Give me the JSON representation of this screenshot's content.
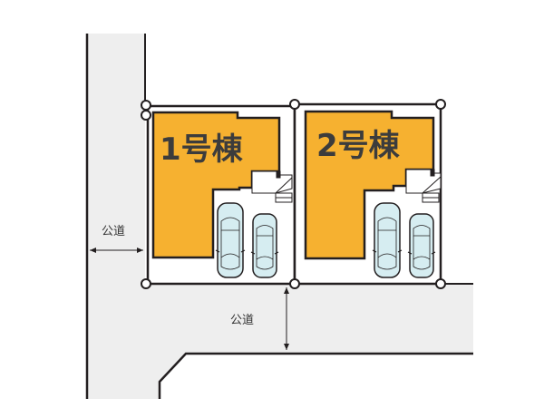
{
  "diagram": {
    "type": "site-plan",
    "colors": {
      "road": "#eeeeee",
      "building": "#f6b130",
      "outline": "#231f20",
      "car": "#d6edf1",
      "background": "#ffffff"
    },
    "lots": [
      {
        "id": "lot-1",
        "label": "1号棟",
        "parking_spaces": 2
      },
      {
        "id": "lot-2",
        "label": "2号棟",
        "parking_spaces": 2
      }
    ],
    "roads": [
      {
        "id": "road-west",
        "label": "公道",
        "orientation": "vertical"
      },
      {
        "id": "road-south",
        "label": "公道",
        "orientation": "horizontal"
      }
    ]
  }
}
